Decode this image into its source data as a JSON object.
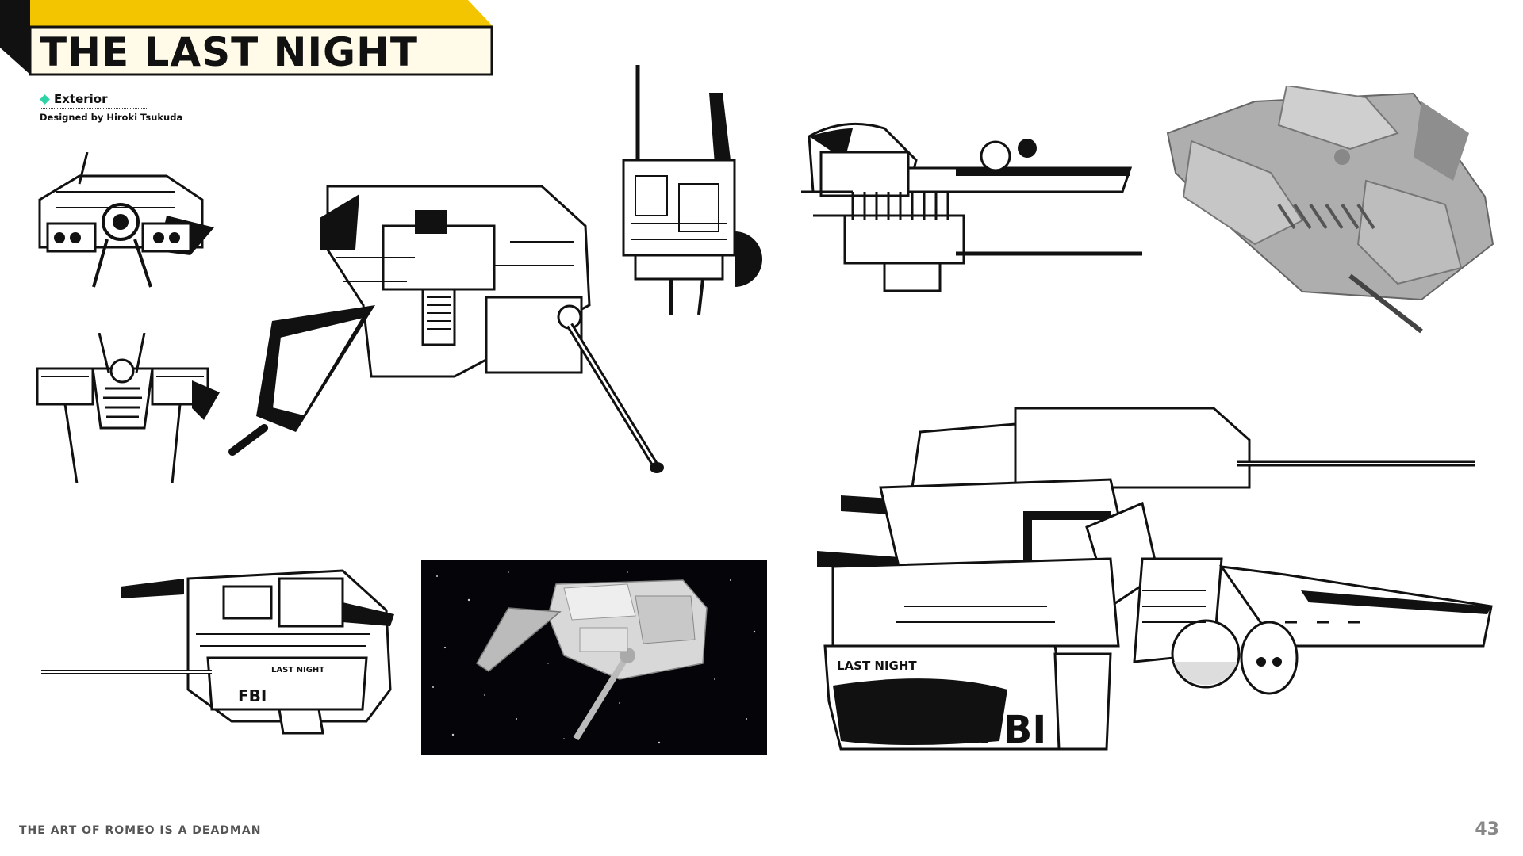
{
  "header": {
    "title": "THE LAST NIGHT"
  },
  "section": {
    "label": "Exterior",
    "icon": "diamond-icon",
    "accent": "#2dd4a6"
  },
  "credit": "Designed by Hiroki Tsukuda",
  "decals": {
    "ship_name": "LAST NIGHT",
    "agency": "FBI"
  },
  "footer": {
    "book_title": "THE ART OF ROMEO IS A DEADMAN",
    "page_number": "43"
  },
  "colors": {
    "banner_yellow": "#f2c500",
    "banner_dark": "#111111",
    "banner_fill": "#fffbe8"
  }
}
